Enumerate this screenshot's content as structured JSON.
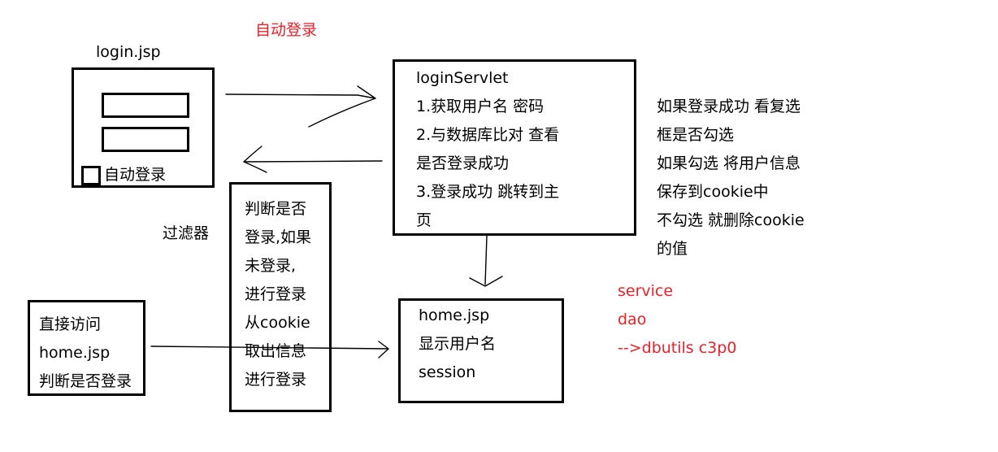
{
  "title": "自动登录",
  "login_jsp": {
    "label": "login.jsp",
    "checkbox_label": "自动登录"
  },
  "login_servlet": {
    "lines": [
      "loginServlet",
      "1.获取用户名 密码",
      "2.与数据库比对 查看",
      "是否登录成功",
      "3.登录成功 跳转到主",
      "页"
    ]
  },
  "note_right": {
    "lines": [
      "如果登录成功 看复选",
      "框是否勾选",
      "如果勾选 将用户信息",
      "保存到cookie中",
      "不勾选 就删除cookie",
      "的值"
    ]
  },
  "filter": {
    "label": "过滤器",
    "lines": [
      "判断是否",
      "登录,如果",
      "未登录,",
      "进行登录",
      "从cookie",
      "取出信息",
      "进行登录"
    ]
  },
  "direct_access": {
    "lines": [
      "直接访问",
      "home.jsp",
      "判断是否登录"
    ]
  },
  "home_jsp": {
    "lines": [
      "home.jsp",
      "显示用户名",
      "session"
    ]
  },
  "layers": {
    "lines": [
      "service",
      "dao",
      "-->dbutils c3p0"
    ]
  },
  "colors": {
    "annotation_red": "#e8212b",
    "stroke": "#000000",
    "background": "#ffffff"
  }
}
